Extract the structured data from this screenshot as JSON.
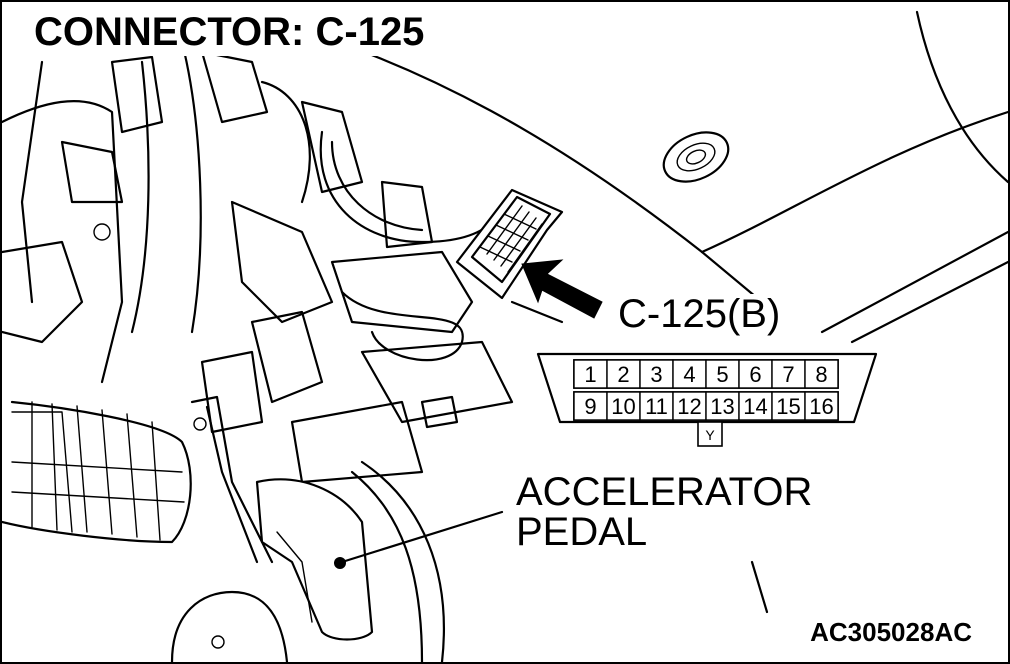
{
  "title": "CONNECTOR: C-125",
  "connector_label": "C-125(B)",
  "pedal_label": {
    "line1": "ACCELERATOR",
    "line2": "PEDAL"
  },
  "figure_id": "AC305028AC",
  "pinout": {
    "top_row": [
      "1",
      "2",
      "3",
      "4",
      "5",
      "6",
      "7",
      "8"
    ],
    "bottom_row": [
      "9",
      "10",
      "11",
      "12",
      "13",
      "14",
      "15",
      "16"
    ],
    "key_marker": "Y"
  }
}
